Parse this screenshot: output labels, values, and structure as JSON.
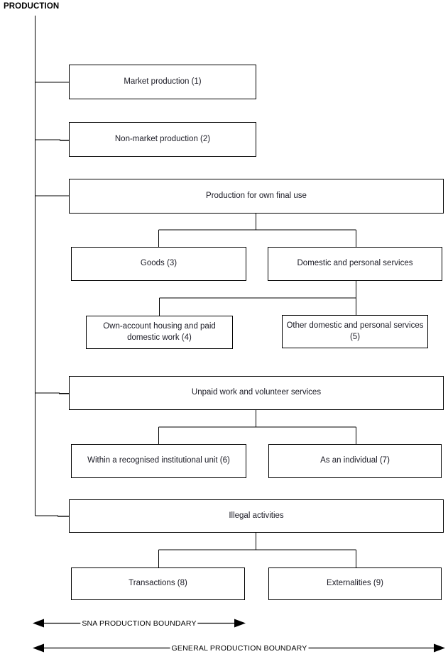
{
  "diagram": {
    "root_label": "PRODUCTION",
    "nodes": [
      {
        "id": "market",
        "label": "Market production (1)"
      },
      {
        "id": "nonmarket",
        "label": "Non-market production (2)"
      },
      {
        "id": "ownfinal",
        "label": "Production for own final use"
      },
      {
        "id": "goods",
        "label": "Goods (3)"
      },
      {
        "id": "domsvc",
        "label": "Domestic and personal services"
      },
      {
        "id": "ownaccount",
        "label": "Own-account housing and paid domestic work (4)"
      },
      {
        "id": "otherdom",
        "label": "Other domestic and personal services (5)"
      },
      {
        "id": "unpaid",
        "label": "Unpaid work and volunteer services"
      },
      {
        "id": "within",
        "label": "Within a recognised institutional unit (6)"
      },
      {
        "id": "individual",
        "label": "As an individual (7)"
      },
      {
        "id": "illegal",
        "label": "Illegal activities"
      },
      {
        "id": "transactions",
        "label": "Transactions (8)"
      },
      {
        "id": "externalities",
        "label": "Externalities (9)"
      }
    ],
    "boundaries": [
      {
        "id": "sna",
        "label": "SNA PRODUCTION BOUNDARY"
      },
      {
        "id": "general",
        "label": "GENERAL PRODUCTION BOUNDARY"
      }
    ],
    "colors": {
      "line": "#000000",
      "text": "#1a1a24",
      "background": "#ffffff"
    }
  }
}
